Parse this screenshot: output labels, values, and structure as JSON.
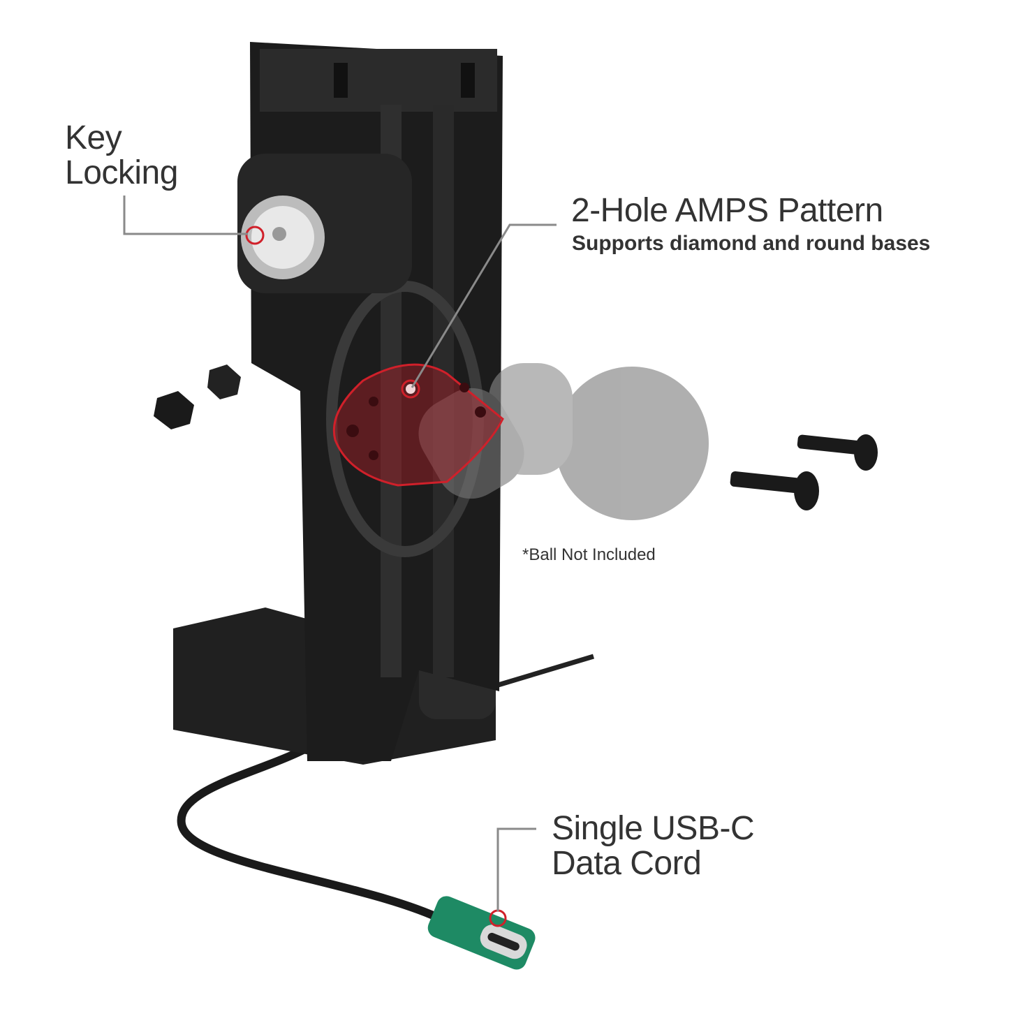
{
  "callouts": {
    "key_locking": {
      "line1": "Key",
      "line2": "Locking"
    },
    "amps": {
      "title": "2-Hole AMPS Pattern",
      "subtitle": "Supports diamond and round bases"
    },
    "ball_note": "*Ball Not Included",
    "usb": {
      "line1": "Single USB-C",
      "line2": "Data Cord"
    }
  },
  "colors": {
    "text": "#333333",
    "leader_line": "#8a8a8a",
    "highlight_red": "#d0202a",
    "body": "#1c1c1c",
    "usb_connector": "#1e8a64"
  }
}
